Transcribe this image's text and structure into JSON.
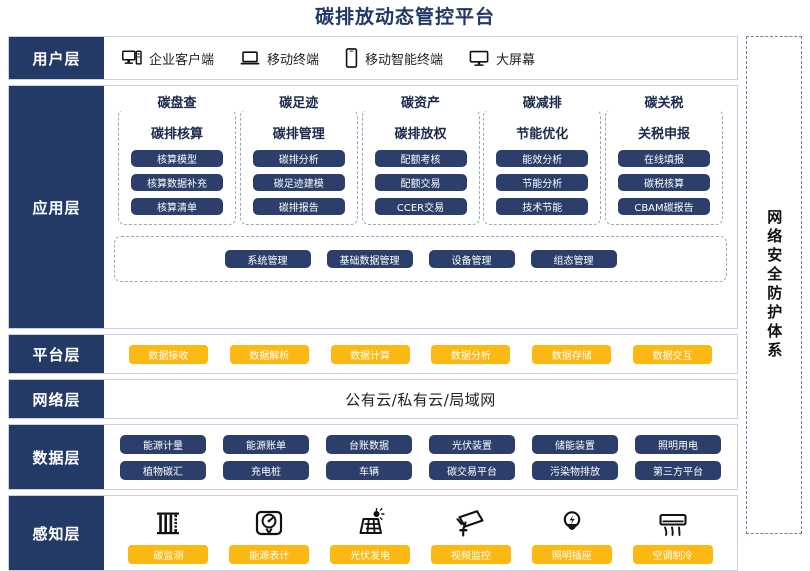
{
  "title": "碳排放动态管控平台",
  "security_band": {
    "label": "网络安全防护体系"
  },
  "layers": {
    "user": {
      "label": "用户层"
    },
    "app": {
      "label": "应用层"
    },
    "platform": {
      "label": "平台层"
    },
    "network": {
      "label": "网络层"
    },
    "data": {
      "label": "数据层"
    },
    "sense": {
      "label": "感知层"
    }
  },
  "user_layer": {
    "items": [
      {
        "icon": "desktop-tower-icon",
        "label": "企业客户端"
      },
      {
        "icon": "laptop-icon",
        "label": "移动终端"
      },
      {
        "icon": "smartphone-icon",
        "label": "移动智能终端"
      },
      {
        "icon": "large-screen-icon",
        "label": "大屏幕"
      }
    ]
  },
  "app_layer": {
    "groups": [
      {
        "title": "碳盘查",
        "subtitle": "碳排核算",
        "items": [
          "核算模型",
          "核算数据补充",
          "核算清单"
        ]
      },
      {
        "title": "碳足迹",
        "subtitle": "碳排管理",
        "items": [
          "碳排分析",
          "碳足迹建模",
          "碳排报告"
        ]
      },
      {
        "title": "碳资产",
        "subtitle": "碳排放权",
        "items": [
          "配额考核",
          "配额交易",
          "CCER交易"
        ]
      },
      {
        "title": "碳减排",
        "subtitle": "节能优化",
        "items": [
          "能效分析",
          "节能分析",
          "技术节能"
        ]
      },
      {
        "title": "碳关税",
        "subtitle": "关税申报",
        "items": [
          "在线填报",
          "碳税核算",
          "CBAM碳报告"
        ]
      }
    ],
    "management": [
      "系统管理",
      "基础数据管理",
      "设备管理",
      "组态管理"
    ]
  },
  "platform_layer": {
    "items": [
      "数据接收",
      "数据解析",
      "数据计算",
      "数据分析",
      "数据存储",
      "数据交互"
    ]
  },
  "network_layer": {
    "text": "公有云/私有云/局域网"
  },
  "data_layer": {
    "row1": [
      "能源计量",
      "能源账单",
      "台账数据",
      "光伏装置",
      "储能装置",
      "照明用电"
    ],
    "row2": [
      "植物碳汇",
      "充电桩",
      "车辆",
      "碳交易平台",
      "污染物排放",
      "第三方平台"
    ]
  },
  "sense_layer": {
    "items": [
      {
        "icon": "carbon-monitor-icon",
        "label": "碳监测"
      },
      {
        "icon": "energy-meter-icon",
        "label": "能源表计"
      },
      {
        "icon": "solar-panel-icon",
        "label": "光伏发电"
      },
      {
        "icon": "cctv-camera-icon",
        "label": "视频监控"
      },
      {
        "icon": "light-bulb-icon",
        "label": "照明插座"
      },
      {
        "icon": "air-conditioner-icon",
        "label": "空调制冷"
      }
    ]
  },
  "colors": {
    "navy": "#233a66",
    "pill_navy": "#2c3f6b",
    "amber": "#fcb813",
    "title_blue": "#1f3864"
  }
}
